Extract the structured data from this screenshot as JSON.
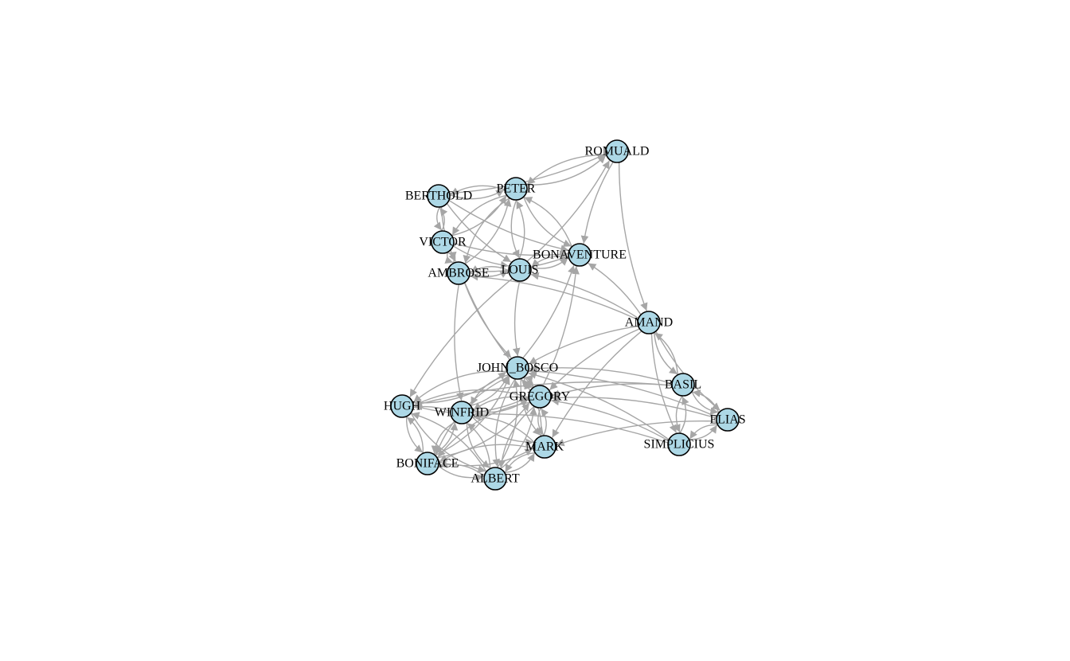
{
  "graph": {
    "directed": true,
    "colors": {
      "node_fill": "#add8e6",
      "node_stroke": "#000000",
      "edge": "#a6a6a6",
      "label": "#000000",
      "background": "#ffffff"
    },
    "nodes": [
      {
        "id": "ROMUALD",
        "label": "ROMUALD"
      },
      {
        "id": "PETER",
        "label": "PETER"
      },
      {
        "id": "BERTHOLD",
        "label": "BERTHOLD"
      },
      {
        "id": "VICTOR",
        "label": "VICTOR"
      },
      {
        "id": "AMBROSE",
        "label": "AMBROSE"
      },
      {
        "id": "LOUIS",
        "label": "LOUIS"
      },
      {
        "id": "BONAVENTURE",
        "label": "BONAVENTURE"
      },
      {
        "id": "AMAND",
        "label": "AMAND"
      },
      {
        "id": "JOHN_BOSCO",
        "label": "JOHN_BOSCO"
      },
      {
        "id": "GREGORY",
        "label": "GREGORY"
      },
      {
        "id": "BASIL",
        "label": "BASIL"
      },
      {
        "id": "ELIAS",
        "label": "ELIAS"
      },
      {
        "id": "SIMPLICIUS",
        "label": "SIMPLICIUS"
      },
      {
        "id": "HUGH",
        "label": "HUGH"
      },
      {
        "id": "WINFRID",
        "label": "WINFRID"
      },
      {
        "id": "MARK",
        "label": "MARK"
      },
      {
        "id": "BONIFACE",
        "label": "BONIFACE"
      },
      {
        "id": "ALBERT",
        "label": "ALBERT"
      }
    ],
    "edges": [
      [
        "ROMUALD",
        "BONAVENTURE"
      ],
      [
        "ROMUALD",
        "AMAND"
      ],
      [
        "ROMUALD",
        "PETER"
      ],
      [
        "PETER",
        "ROMUALD"
      ],
      [
        "LOUIS",
        "ROMUALD"
      ],
      [
        "BERTHOLD",
        "ROMUALD"
      ],
      [
        "BERTHOLD",
        "PETER"
      ],
      [
        "PETER",
        "BERTHOLD"
      ],
      [
        "BERTHOLD",
        "VICTOR"
      ],
      [
        "VICTOR",
        "BERTHOLD"
      ],
      [
        "BERTHOLD",
        "LOUIS"
      ],
      [
        "BERTHOLD",
        "BONAVENTURE"
      ],
      [
        "BERTHOLD",
        "AMBROSE"
      ],
      [
        "VICTOR",
        "PETER"
      ],
      [
        "PETER",
        "VICTOR"
      ],
      [
        "VICTOR",
        "AMBROSE"
      ],
      [
        "AMBROSE",
        "VICTOR"
      ],
      [
        "VICTOR",
        "LOUIS"
      ],
      [
        "VICTOR",
        "BONAVENTURE"
      ],
      [
        "AMBROSE",
        "PETER"
      ],
      [
        "PETER",
        "AMBROSE"
      ],
      [
        "PETER",
        "LOUIS"
      ],
      [
        "LOUIS",
        "PETER"
      ],
      [
        "PETER",
        "BONAVENTURE"
      ],
      [
        "BONAVENTURE",
        "PETER"
      ],
      [
        "AMBROSE",
        "LOUIS"
      ],
      [
        "LOUIS",
        "AMBROSE"
      ],
      [
        "AMBROSE",
        "BONAVENTURE"
      ],
      [
        "BONAVENTURE",
        "LOUIS"
      ],
      [
        "LOUIS",
        "BONAVENTURE"
      ],
      [
        "AMBROSE",
        "JOHN_BOSCO"
      ],
      [
        "AMBROSE",
        "GREGORY"
      ],
      [
        "AMBROSE",
        "WINFRID"
      ],
      [
        "LOUIS",
        "HUGH"
      ],
      [
        "LOUIS",
        "JOHN_BOSCO"
      ],
      [
        "AMAND",
        "BONAVENTURE"
      ],
      [
        "AMAND",
        "LOUIS"
      ],
      [
        "AMAND",
        "AMBROSE"
      ],
      [
        "AMAND",
        "BASIL"
      ],
      [
        "BASIL",
        "AMAND"
      ],
      [
        "AMAND",
        "ELIAS"
      ],
      [
        "AMAND",
        "SIMPLICIUS"
      ],
      [
        "AMAND",
        "MARK"
      ],
      [
        "AMAND",
        "GREGORY"
      ],
      [
        "AMAND",
        "JOHN_BOSCO"
      ],
      [
        "JOHN_BOSCO",
        "BONAVENTURE"
      ],
      [
        "GREGORY",
        "BONAVENTURE"
      ],
      [
        "JOHN_BOSCO",
        "HUGH"
      ],
      [
        "JOHN_BOSCO",
        "WINFRID"
      ],
      [
        "JOHN_BOSCO",
        "GREGORY"
      ],
      [
        "GREGORY",
        "JOHN_BOSCO"
      ],
      [
        "JOHN_BOSCO",
        "MARK"
      ],
      [
        "JOHN_BOSCO",
        "BONIFACE"
      ],
      [
        "JOHN_BOSCO",
        "ALBERT"
      ],
      [
        "GREGORY",
        "HUGH"
      ],
      [
        "GREGORY",
        "WINFRID"
      ],
      [
        "WINFRID",
        "GREGORY"
      ],
      [
        "GREGORY",
        "MARK"
      ],
      [
        "MARK",
        "GREGORY"
      ],
      [
        "GREGORY",
        "BONIFACE"
      ],
      [
        "GREGORY",
        "ALBERT"
      ],
      [
        "ALBERT",
        "GREGORY"
      ],
      [
        "BASIL",
        "JOHN_BOSCO"
      ],
      [
        "BASIL",
        "GREGORY"
      ],
      [
        "BASIL",
        "ELIAS"
      ],
      [
        "ELIAS",
        "BASIL"
      ],
      [
        "BASIL",
        "SIMPLICIUS"
      ],
      [
        "SIMPLICIUS",
        "BASIL"
      ],
      [
        "BASIL",
        "HUGH"
      ],
      [
        "ELIAS",
        "JOHN_BOSCO"
      ],
      [
        "ELIAS",
        "GREGORY"
      ],
      [
        "ELIAS",
        "SIMPLICIUS"
      ],
      [
        "SIMPLICIUS",
        "ELIAS"
      ],
      [
        "ELIAS",
        "MARK"
      ],
      [
        "SIMPLICIUS",
        "GREGORY"
      ],
      [
        "SIMPLICIUS",
        "JOHN_BOSCO"
      ],
      [
        "SIMPLICIUS",
        "WINFRID"
      ],
      [
        "HUGH",
        "BONIFACE"
      ],
      [
        "BONIFACE",
        "HUGH"
      ],
      [
        "HUGH",
        "ALBERT"
      ],
      [
        "HUGH",
        "JOHN_BOSCO"
      ],
      [
        "HUGH",
        "GREGORY"
      ],
      [
        "WINFRID",
        "JOHN_BOSCO"
      ],
      [
        "WINFRID",
        "MARK"
      ],
      [
        "WINFRID",
        "BONIFACE"
      ],
      [
        "BONIFACE",
        "WINFRID"
      ],
      [
        "WINFRID",
        "ALBERT"
      ],
      [
        "WINFRID",
        "HUGH"
      ],
      [
        "MARK",
        "JOHN_BOSCO"
      ],
      [
        "MARK",
        "BONIFACE"
      ],
      [
        "MARK",
        "ALBERT"
      ],
      [
        "ALBERT",
        "MARK"
      ],
      [
        "MARK",
        "WINFRID"
      ],
      [
        "BONIFACE",
        "ALBERT"
      ],
      [
        "ALBERT",
        "BONIFACE"
      ],
      [
        "BONIFACE",
        "GREGORY"
      ],
      [
        "BONIFACE",
        "JOHN_BOSCO"
      ],
      [
        "BONIFACE",
        "MARK"
      ],
      [
        "ALBERT",
        "JOHN_BOSCO"
      ],
      [
        "ALBERT",
        "WINFRID"
      ],
      [
        "ALBERT",
        "HUGH"
      ]
    ]
  }
}
